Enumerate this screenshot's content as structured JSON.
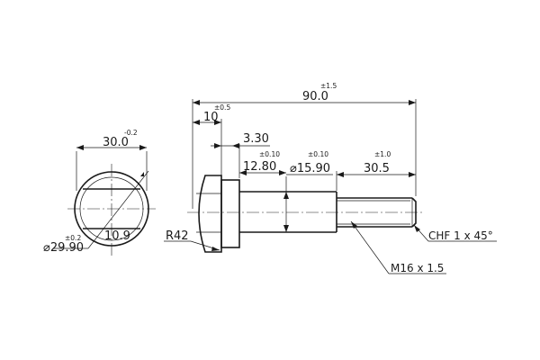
{
  "drawing": {
    "dimensions": {
      "overall_length": {
        "value": "90.0",
        "tol": "±1.5"
      },
      "head_height": {
        "value": "10",
        "tol": "±0.5"
      },
      "offset": {
        "value": "3.30"
      },
      "shoulder_length": {
        "value": "12.80",
        "tol": "±0.10"
      },
      "shank_diameter": {
        "value": "⌀15.90",
        "tol": "±0.10"
      },
      "thread_length": {
        "value": "30.5",
        "tol": "±1.0"
      },
      "across_flats": {
        "value": "30.0",
        "tol": "-0.2"
      },
      "head_diameter": {
        "value": "⌀29.90",
        "tol": "±0.2"
      },
      "flat_depth": {
        "value": "10.9"
      },
      "radius": {
        "value": "R42"
      }
    },
    "notes": {
      "chamfer": "CHF 1 x 45°",
      "thread": "M16 x 1.5"
    }
  }
}
